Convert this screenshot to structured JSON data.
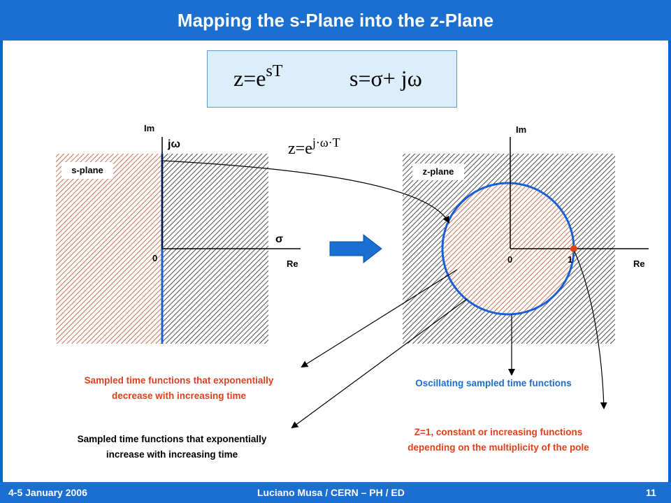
{
  "title": "Mapping the s-Plane into the z-Plane",
  "footer": {
    "date": "4-5 January 2006",
    "author": "Luciano Musa / CERN – PH / ED",
    "page": "11"
  },
  "equations": {
    "z_lhs": "z=e",
    "z_exp": "sT",
    "s_def": "s=σ+ jω",
    "map_lhs": "z=e",
    "map_exp": "j·ω·T"
  },
  "s_plane": {
    "label": "s-plane",
    "im": "Im",
    "re": "Re",
    "origin": "0",
    "jw": "jω",
    "sigma": "σ"
  },
  "z_plane": {
    "label": "z-plane",
    "im": "Im",
    "re": "Re",
    "origin": "0",
    "one": "1"
  },
  "captions": {
    "decrease": [
      "Sampled time functions that exponentially",
      "decrease with increasing time"
    ],
    "increase": [
      "Sampled time functions that exponentially",
      "increase with increasing time"
    ],
    "oscillating": "Oscillating sampled time functions",
    "constant": [
      "Z=1, constant or increasing functions",
      "depending on the multiplicity of the pole"
    ]
  },
  "colors": {
    "header": "#1a6fd1",
    "hatch": "#c0502a",
    "unit_circle": "#1a5fd8",
    "caption_red": "#e0401a",
    "arrow_blue": "#1a6fd1"
  }
}
